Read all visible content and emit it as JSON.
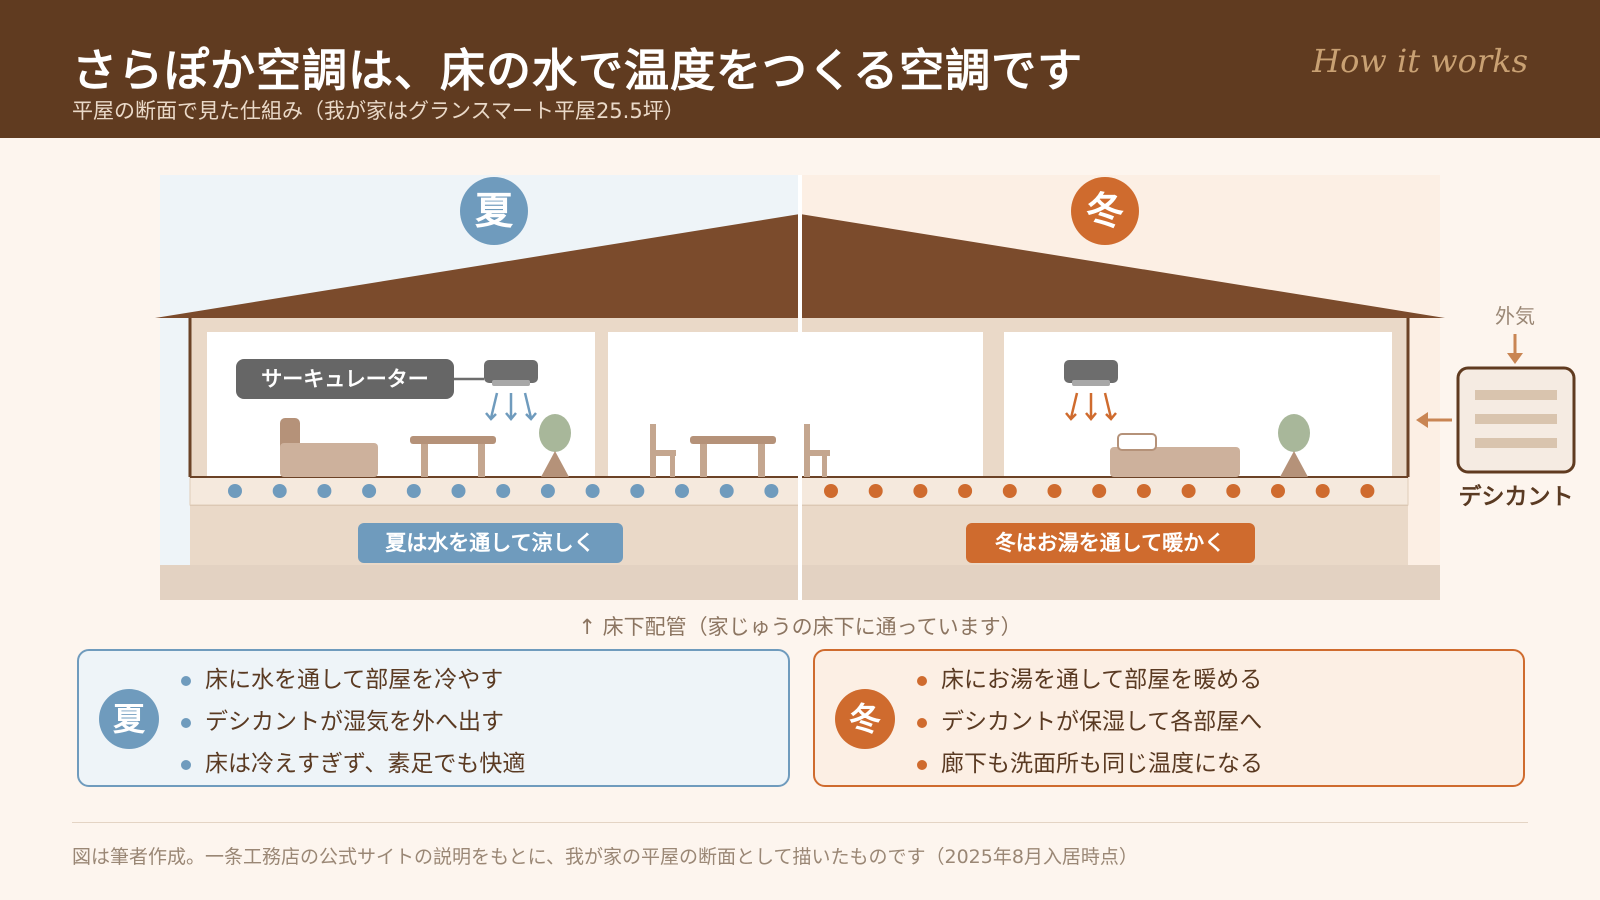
{
  "header": {
    "title": "さらぽか空調は、床の水で温度をつくる空調です",
    "subtitle": "平屋の断面で見た仕組み（我が家はグランスマート平屋25.5坪）",
    "tagline": "How it works"
  },
  "diagram": {
    "summer_label": "夏",
    "winter_label": "冬",
    "circulator_label": "サーキュレーター",
    "summer_banner": "夏は水を通して涼しく",
    "winter_banner": "冬はお湯を通して暖かく",
    "outside_air_label": "外気",
    "desiccant_label": "デシカント",
    "floor_pipes_caption": "↑  床下配管（家じゅうの床下に通っています）"
  },
  "cards": {
    "summer": {
      "badge": "夏",
      "items": [
        "床に水を通して部屋を冷やす",
        "デシカントが湿気を外へ出す",
        "床は冷えすぎず、素足でも快適"
      ]
    },
    "winter": {
      "badge": "冬",
      "items": [
        "床にお湯を通して部屋を暖める",
        "デシカントが保湿して各部屋へ",
        "廊下も洗面所も同じ温度になる"
      ]
    }
  },
  "colors": {
    "header_bg": "#603b20",
    "summer": "#6f9bbd",
    "winter": "#cf6b2e",
    "roof": "#7b4b2c"
  },
  "footer": {
    "note": "図は筆者作成。一条工務店の公式サイトの説明をもとに、我が家の平屋の断面として描いたものです（2025年8月入居時点）"
  }
}
